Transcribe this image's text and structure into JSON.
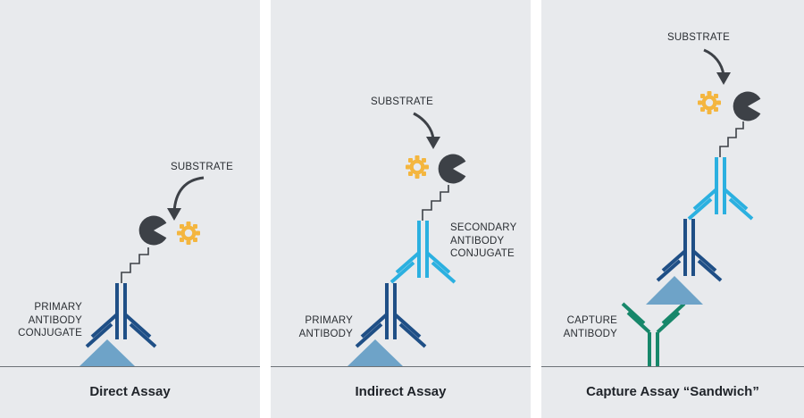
{
  "colors": {
    "background": "#e8eaed",
    "primary_antibody": "#1f4f86",
    "secondary_antibody": "#2bb0e0",
    "capture_antibody": "#17876a",
    "antigen": "#6ea3c8",
    "enzyme": "#3d4147",
    "substrate": "#f4b63f",
    "arrow": "#3d4147",
    "baseline": "#6d7277"
  },
  "panels": [
    {
      "title": "Direct Assay",
      "labels": {
        "substrate": "SUBSTRATE",
        "primary": "PRIMARY\nANTIBODY\nCONJUGATE"
      }
    },
    {
      "title": "Indirect Assay",
      "labels": {
        "substrate": "SUBSTRATE",
        "secondary": "SECONDARY\nANTIBODY\nCONJUGATE",
        "primary": "PRIMARY\nANTIBODY"
      }
    },
    {
      "title": "Capture Assay “Sandwich”",
      "labels": {
        "substrate": "SUBSTRATE",
        "capture": "CAPTURE\nANTIBODY"
      }
    }
  ]
}
